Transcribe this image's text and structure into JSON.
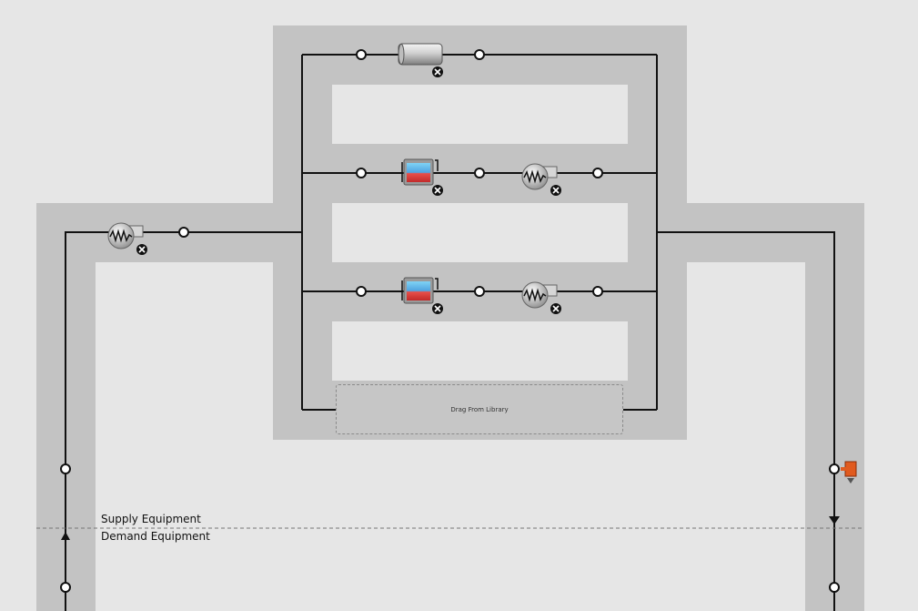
{
  "labels": {
    "supply": "Supply Equipment",
    "demand": "Demand Equipment",
    "drop_zone": "Drag From Library"
  },
  "components": [
    {
      "type": "pipe",
      "icon": "pipe-icon",
      "branch": 1
    },
    {
      "type": "water-heater",
      "icon": "water-heater-icon",
      "branch": 2
    },
    {
      "type": "pump",
      "icon": "pump-icon",
      "branch": 2
    },
    {
      "type": "water-heater",
      "icon": "water-heater-icon",
      "branch": 3
    },
    {
      "type": "pump",
      "icon": "pump-icon",
      "branch": 3
    },
    {
      "type": "pump",
      "icon": "pump-icon",
      "branch": "supply-inlet"
    },
    {
      "type": "setpoint-manager",
      "icon": "setpoint-manager-icon",
      "branch": "supply-outlet"
    }
  ],
  "colors": {
    "background": "#e6e6e6",
    "band": "#c3c3c3",
    "line": "#111111",
    "setpoint": "#e05a1e"
  }
}
